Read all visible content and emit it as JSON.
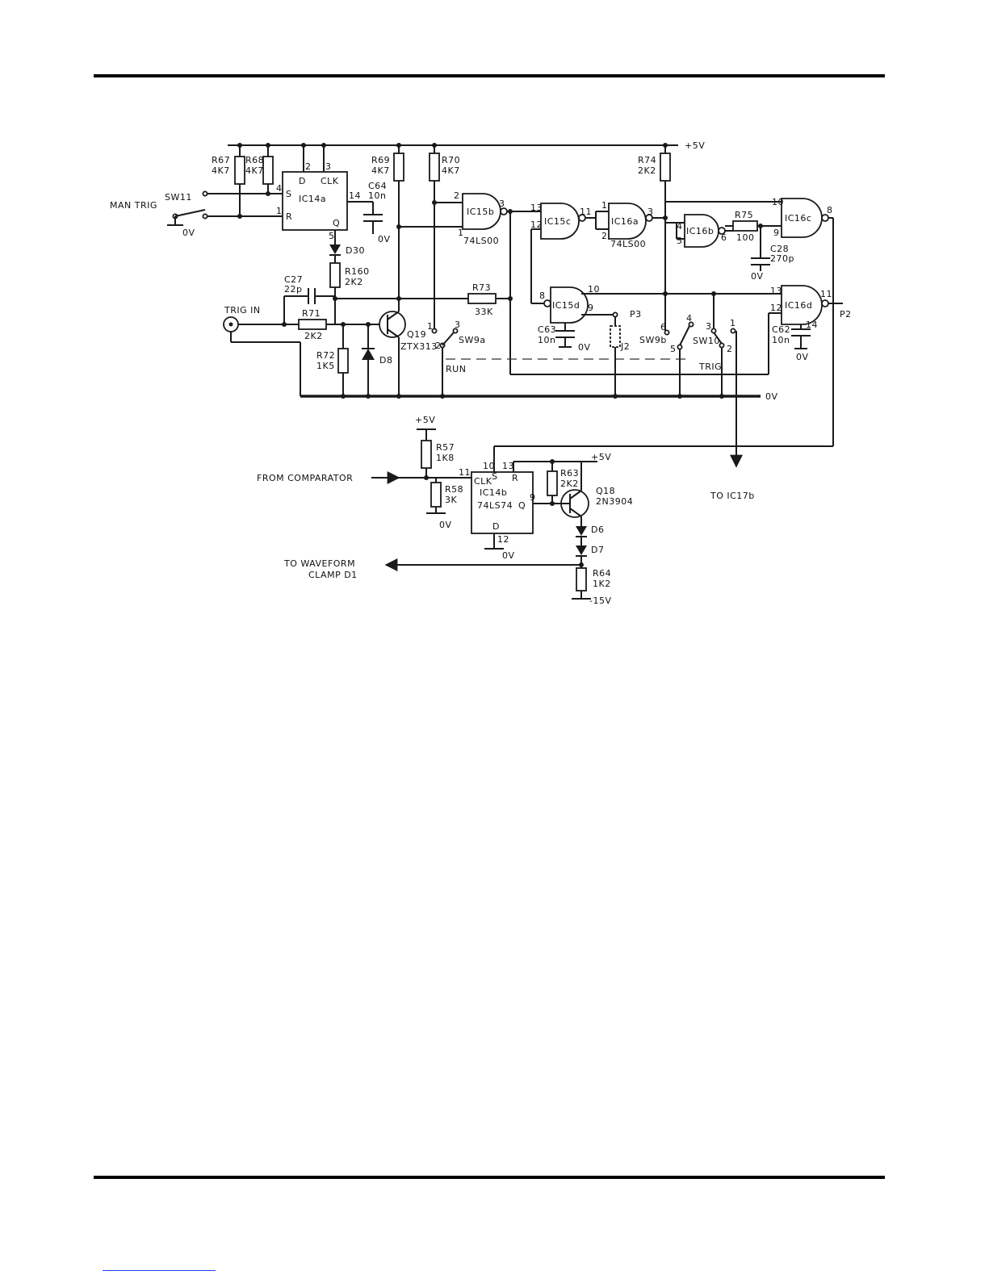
{
  "rails": {
    "pos5v": "+5V",
    "zero_v": "0V",
    "neg15v": "-15V"
  },
  "inputs": {
    "man_trig": "MAN TRIG",
    "trig_in": "TRIG IN",
    "from_comparator": "FROM COMPARATOR"
  },
  "outputs": {
    "to_ic17b": "TO IC17b",
    "to_waveform_1": "TO WAVEFORM",
    "to_waveform_2": "CLAMP D1",
    "p2": "P2",
    "p3": "P3"
  },
  "switches": {
    "sw11": "SW11",
    "sw9a": "SW9a",
    "sw9b": "SW9b",
    "sw10": "SW10",
    "run": "RUN",
    "trig": "TRIG"
  },
  "resistors": {
    "r67": [
      "R67",
      "4K7"
    ],
    "r68": [
      "R68",
      "4K7"
    ],
    "r69": [
      "R69",
      "4K7"
    ],
    "r70": [
      "R70",
      "4K7"
    ],
    "r74": [
      "R74",
      "2K2"
    ],
    "r75": [
      "R75",
      "100"
    ],
    "r160": [
      "R160",
      "2K2"
    ],
    "r71": [
      "R71",
      "2K2"
    ],
    "r72": [
      "R72",
      "1K5"
    ],
    "r73": [
      "R73",
      "33K"
    ],
    "r57": [
      "R57",
      "1K8"
    ],
    "r58": [
      "R58",
      "3K"
    ],
    "r63": [
      "R63",
      "2K2"
    ],
    "r64": [
      "R64",
      "1K2"
    ]
  },
  "capacitors": {
    "c64": [
      "C64",
      "10n"
    ],
    "c27": [
      "C27",
      "22p"
    ],
    "c28": [
      "C28",
      "270p"
    ],
    "c63": [
      "C63",
      "10n"
    ],
    "c62": [
      "C62",
      "10n"
    ]
  },
  "semis": {
    "d30": "D30",
    "d8": "D8",
    "d6": "D6",
    "d7": "D7",
    "q19": [
      "Q19",
      "ZTX313"
    ],
    "q18": [
      "Q18",
      "2N3904"
    ],
    "j2": "J2"
  },
  "ics": {
    "ic14a": "IC14a",
    "ic15b": "IC15b",
    "ic15c": "IC15c",
    "ic16a": "IC16a",
    "ic16b": "IC16b",
    "ic16c": "IC16c",
    "ic15d": "IC15d",
    "ic16d": "IC16d",
    "ic14b": "IC14b",
    "part_74ls00": "74LS00",
    "part_74ls74": "74LS74"
  },
  "ff_pins": {
    "d": "D",
    "clk": "CLK",
    "s": "S",
    "r": "R",
    "q": "Q"
  },
  "pins": {
    "p1": "1",
    "p2": "2",
    "p3": "3",
    "p4": "4",
    "p5": "5",
    "p6": "6",
    "p8": "8",
    "p9": "9",
    "p10": "10",
    "p11": "11",
    "p12": "12",
    "p13": "13",
    "p14": "14"
  }
}
